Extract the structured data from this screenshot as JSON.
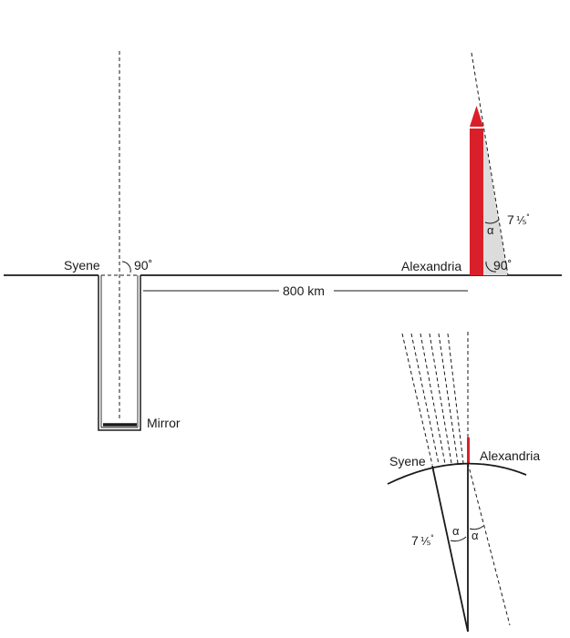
{
  "top": {
    "syene_label": "Syene",
    "alexandria_label": "Alexandria",
    "syene_angle": "90˚",
    "alexandria_angle": "90˚",
    "distance_label": "800 km",
    "mirror_label": "Mirror",
    "alpha_symbol": "α",
    "shadow_angle_whole": "7",
    "shadow_angle_fraction": "⅕",
    "degree_mark": "˚"
  },
  "bottom": {
    "syene_label": "Syene",
    "alexandria_label": "Alexandria",
    "alpha_left": "α",
    "alpha_right": "α",
    "center_angle_whole": "7",
    "center_angle_fraction": "⅕",
    "degree_mark": "˚"
  },
  "colors": {
    "obelisk": "#d9202a",
    "shadow": "#dcdcdc",
    "ink": "#1a1a1a"
  }
}
